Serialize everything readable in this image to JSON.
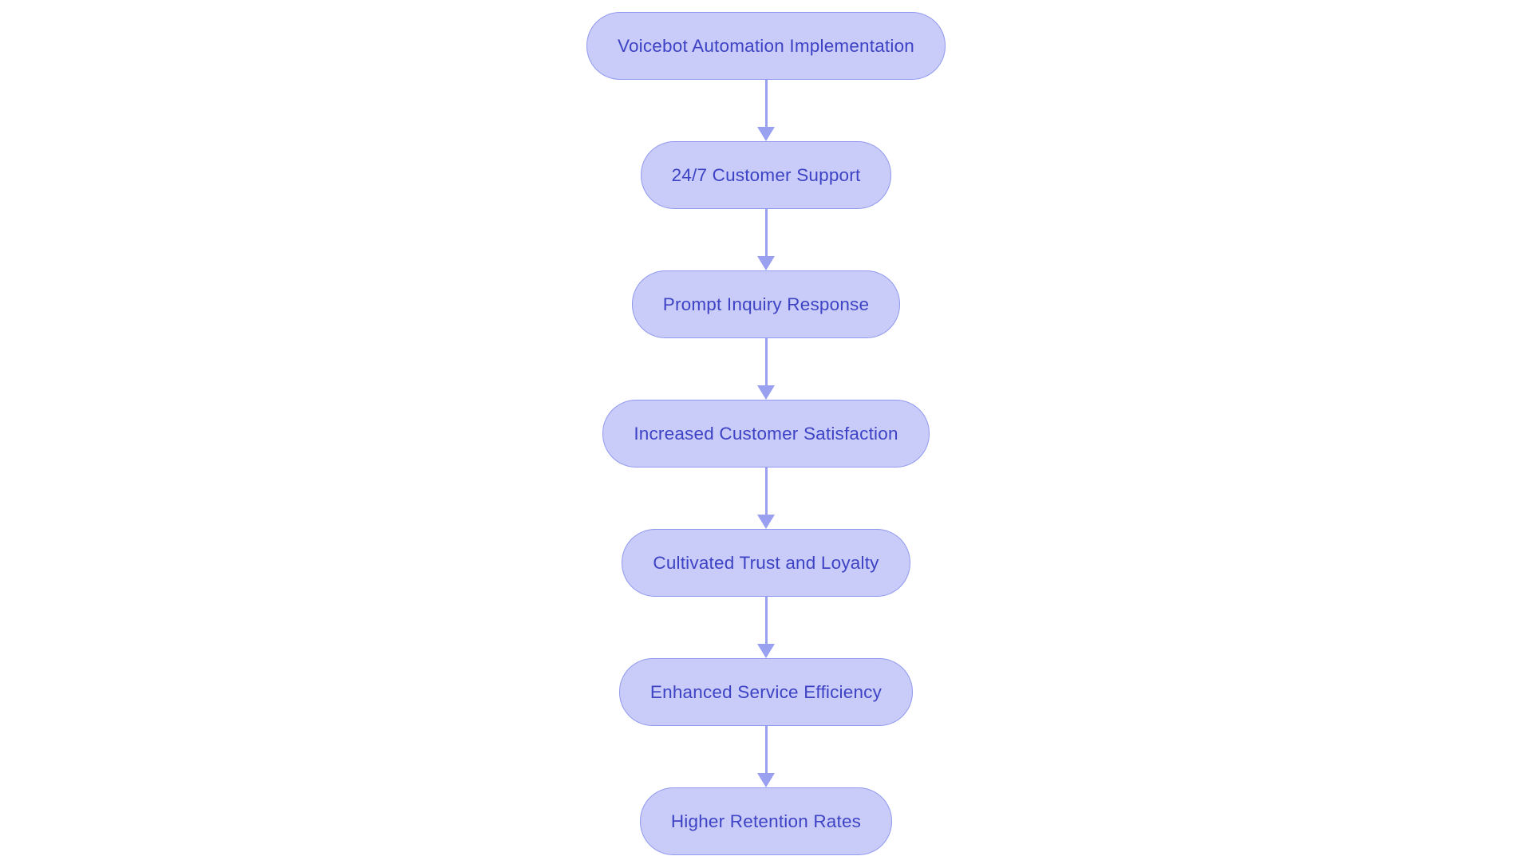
{
  "flowchart": {
    "nodes": [
      {
        "label": "Voicebot Automation Implementation"
      },
      {
        "label": "24/7 Customer Support"
      },
      {
        "label": "Prompt Inquiry Response"
      },
      {
        "label": "Increased Customer Satisfaction"
      },
      {
        "label": "Cultivated Trust and Loyalty"
      },
      {
        "label": "Enhanced Service Efficiency"
      },
      {
        "label": "Higher Retention Rates"
      }
    ],
    "colors": {
      "background": "#ffffff",
      "node_fill": "#c9ccf8",
      "node_border": "#9099ef",
      "node_text": "#3d43c4",
      "arrow": "#98a0ef"
    }
  }
}
